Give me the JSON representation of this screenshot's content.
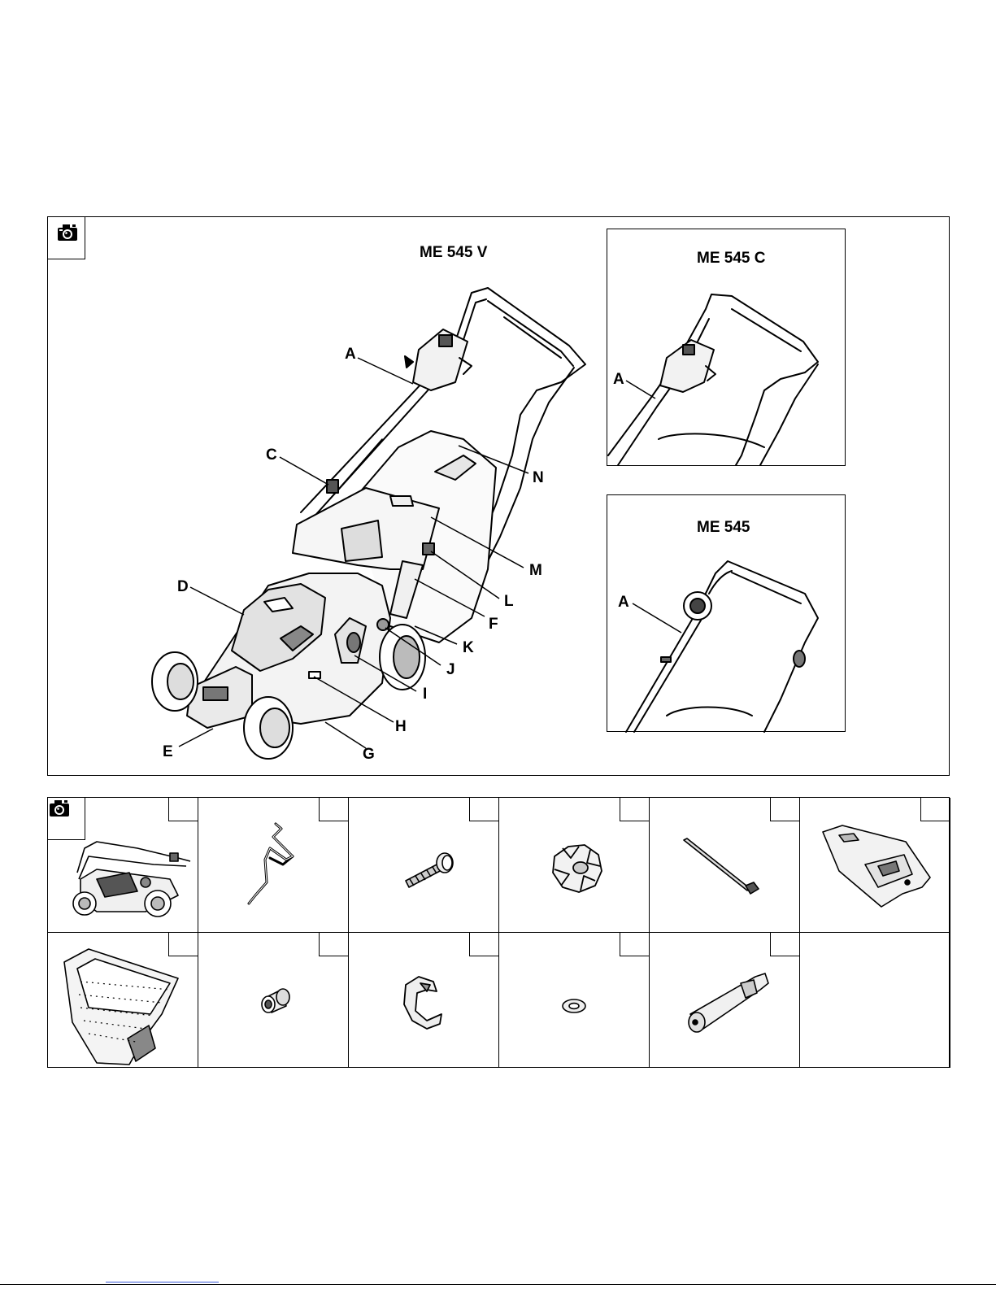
{
  "main_figure": {
    "model_v": "ME 545 V",
    "callouts": [
      "A",
      "C",
      "D",
      "E",
      "G",
      "H",
      "I",
      "J",
      "K",
      "F",
      "L",
      "M",
      "N"
    ]
  },
  "inset_c": {
    "model": "ME 545 C",
    "callout": "A"
  },
  "inset_plain": {
    "model": "ME 545",
    "callout": "A"
  },
  "parts_grid": {
    "parts": [
      "mower-assembly",
      "wire-clip",
      "carriage-bolt",
      "star-knob",
      "cable-tie",
      "mulch-plug",
      "grass-box",
      "spacer",
      "cable-clip",
      "washer",
      "handle-grip"
    ]
  },
  "icons": {
    "camera": "camera-icon"
  }
}
